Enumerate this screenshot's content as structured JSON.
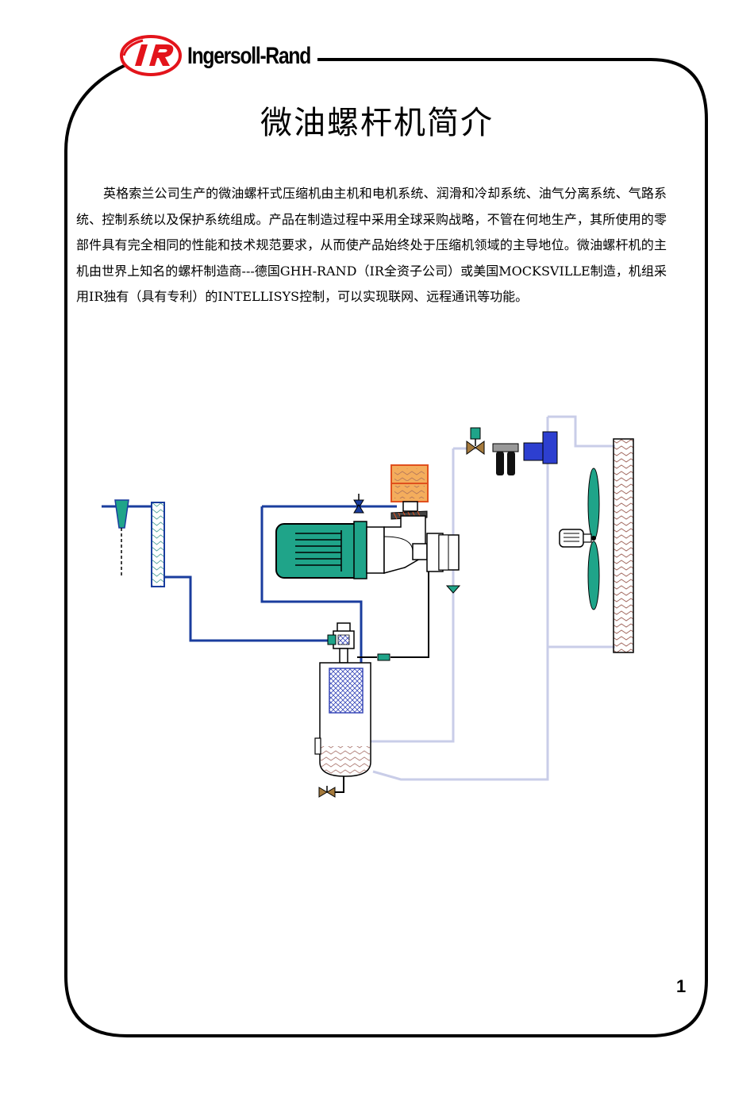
{
  "logo": {
    "wordmark": "Ingersoll-Rand",
    "emblem_text": "IR",
    "brand_color": "#e3141b"
  },
  "title": "微油螺杆机简介",
  "intro": "英格索兰公司生产的微油螺杆式压缩机由主机和电机系统、润滑和冷却系统、油气分离系统、气路系统、控制系统以及保护系统组成。产品在制造过程中采用全球采购战略，不管在何地生产，其所使用的零部件具有完全相同的性能和技术规范要求，从而使产品始终处于压缩机领域的主导地位。微油螺杆机的主机由世界上知名的螺杆制造商---德国GHH-RAND（IR全资子公司）或美国MOCKSVILLE制造，机组采用IR独有（具有专利）的INTELLISYS控制，可以实现联网、远程通讯等功能。",
  "page_number": "1",
  "colors": {
    "air_line": "#1a3d9e",
    "cooling_line": "#c9cde8",
    "oil_line": "#000000",
    "motor": "#1fa489",
    "fan": "#1fa489",
    "cooler_fill": "#f3ddd2",
    "filter_fill": "#f4ad5c",
    "filter_border": "#e0501e",
    "dryer_blue": "#2d3fd0",
    "valve": "#a57a3c",
    "separator_fill": "#dce2f6",
    "precooler_fill": "#d6f2ee"
  }
}
